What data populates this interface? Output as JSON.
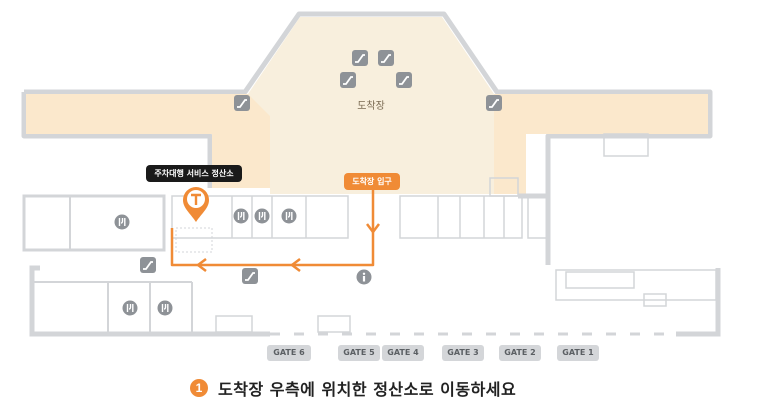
{
  "map_title": "",
  "labels": {
    "arrival_hall": "도착장",
    "arrival_entrance": "도착장 입구",
    "valet_office": "주차대행 서비스 정산소"
  },
  "gates": [
    "GATE 6",
    "GATE 5",
    "GATE 4",
    "GATE 3",
    "GATE 2",
    "GATE 1"
  ],
  "instruction": {
    "step_number": "1",
    "text": "도착장 우측에 위치한 정산소로 이동하세요"
  },
  "icons": {
    "escalator": "escalator-icon",
    "restaurant": "restaurant-icon",
    "information": "information-icon",
    "location_pin": "location-pin-icon"
  },
  "colors": {
    "route": "#f08b36",
    "arrival_area": "#fbe8cc",
    "hall_center": "#f8efdd",
    "walls": "#d3d5d8",
    "valet_label_bg": "#1a1a1a",
    "gate_badge": "#d4d6d9"
  }
}
